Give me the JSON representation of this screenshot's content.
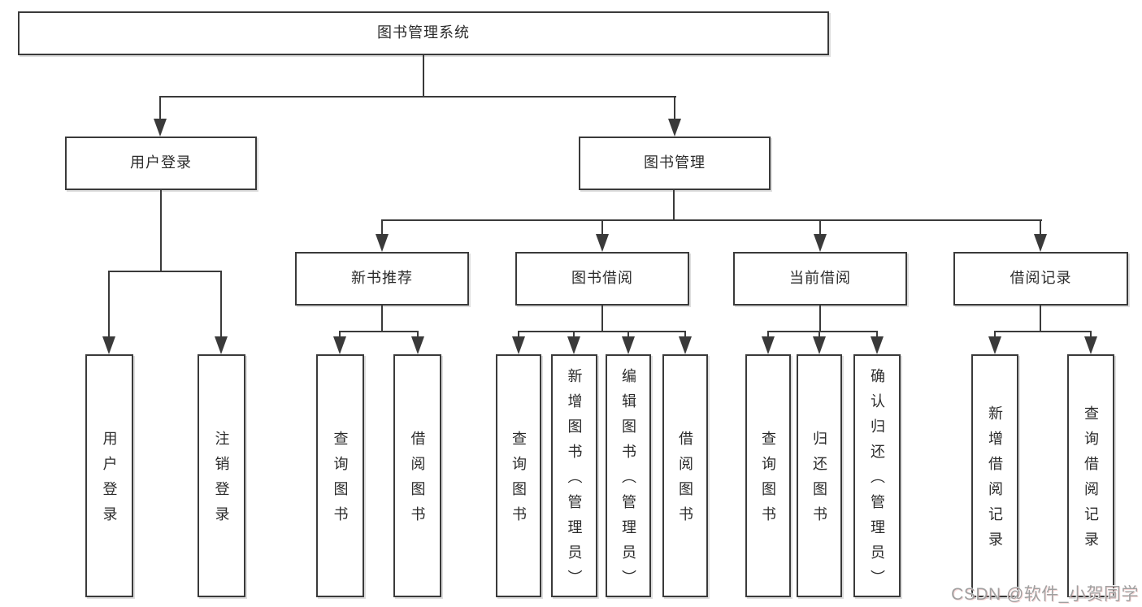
{
  "diagram": {
    "root": "图书管理系统",
    "user_login": {
      "label": "用户登录",
      "children": [
        "用户登录",
        "注销登录"
      ]
    },
    "book_management": {
      "label": "图书管理",
      "sections": {
        "new_books": {
          "label": "新书推荐",
          "children": [
            "查询图书",
            "借阅图书"
          ]
        },
        "book_borrow": {
          "label": "图书借阅",
          "children": [
            "查询图书",
            "新增图书（管理员）",
            "编辑图书（管理员）",
            "借阅图书"
          ]
        },
        "current_borrow": {
          "label": "当前借阅",
          "children": [
            "查询图书",
            "归还图书",
            "确认归还（管理员）"
          ]
        },
        "borrow_records": {
          "label": "借阅记录",
          "children": [
            "新增借阅记录",
            "查询借阅记录"
          ]
        }
      }
    }
  },
  "watermark": {
    "text": "CSDN @软件_小贺同学"
  },
  "colors": {
    "line": "#3a3a3a",
    "text": "#2b2b2b",
    "background": "#ffffff",
    "watermark": "#a0a0a0"
  }
}
